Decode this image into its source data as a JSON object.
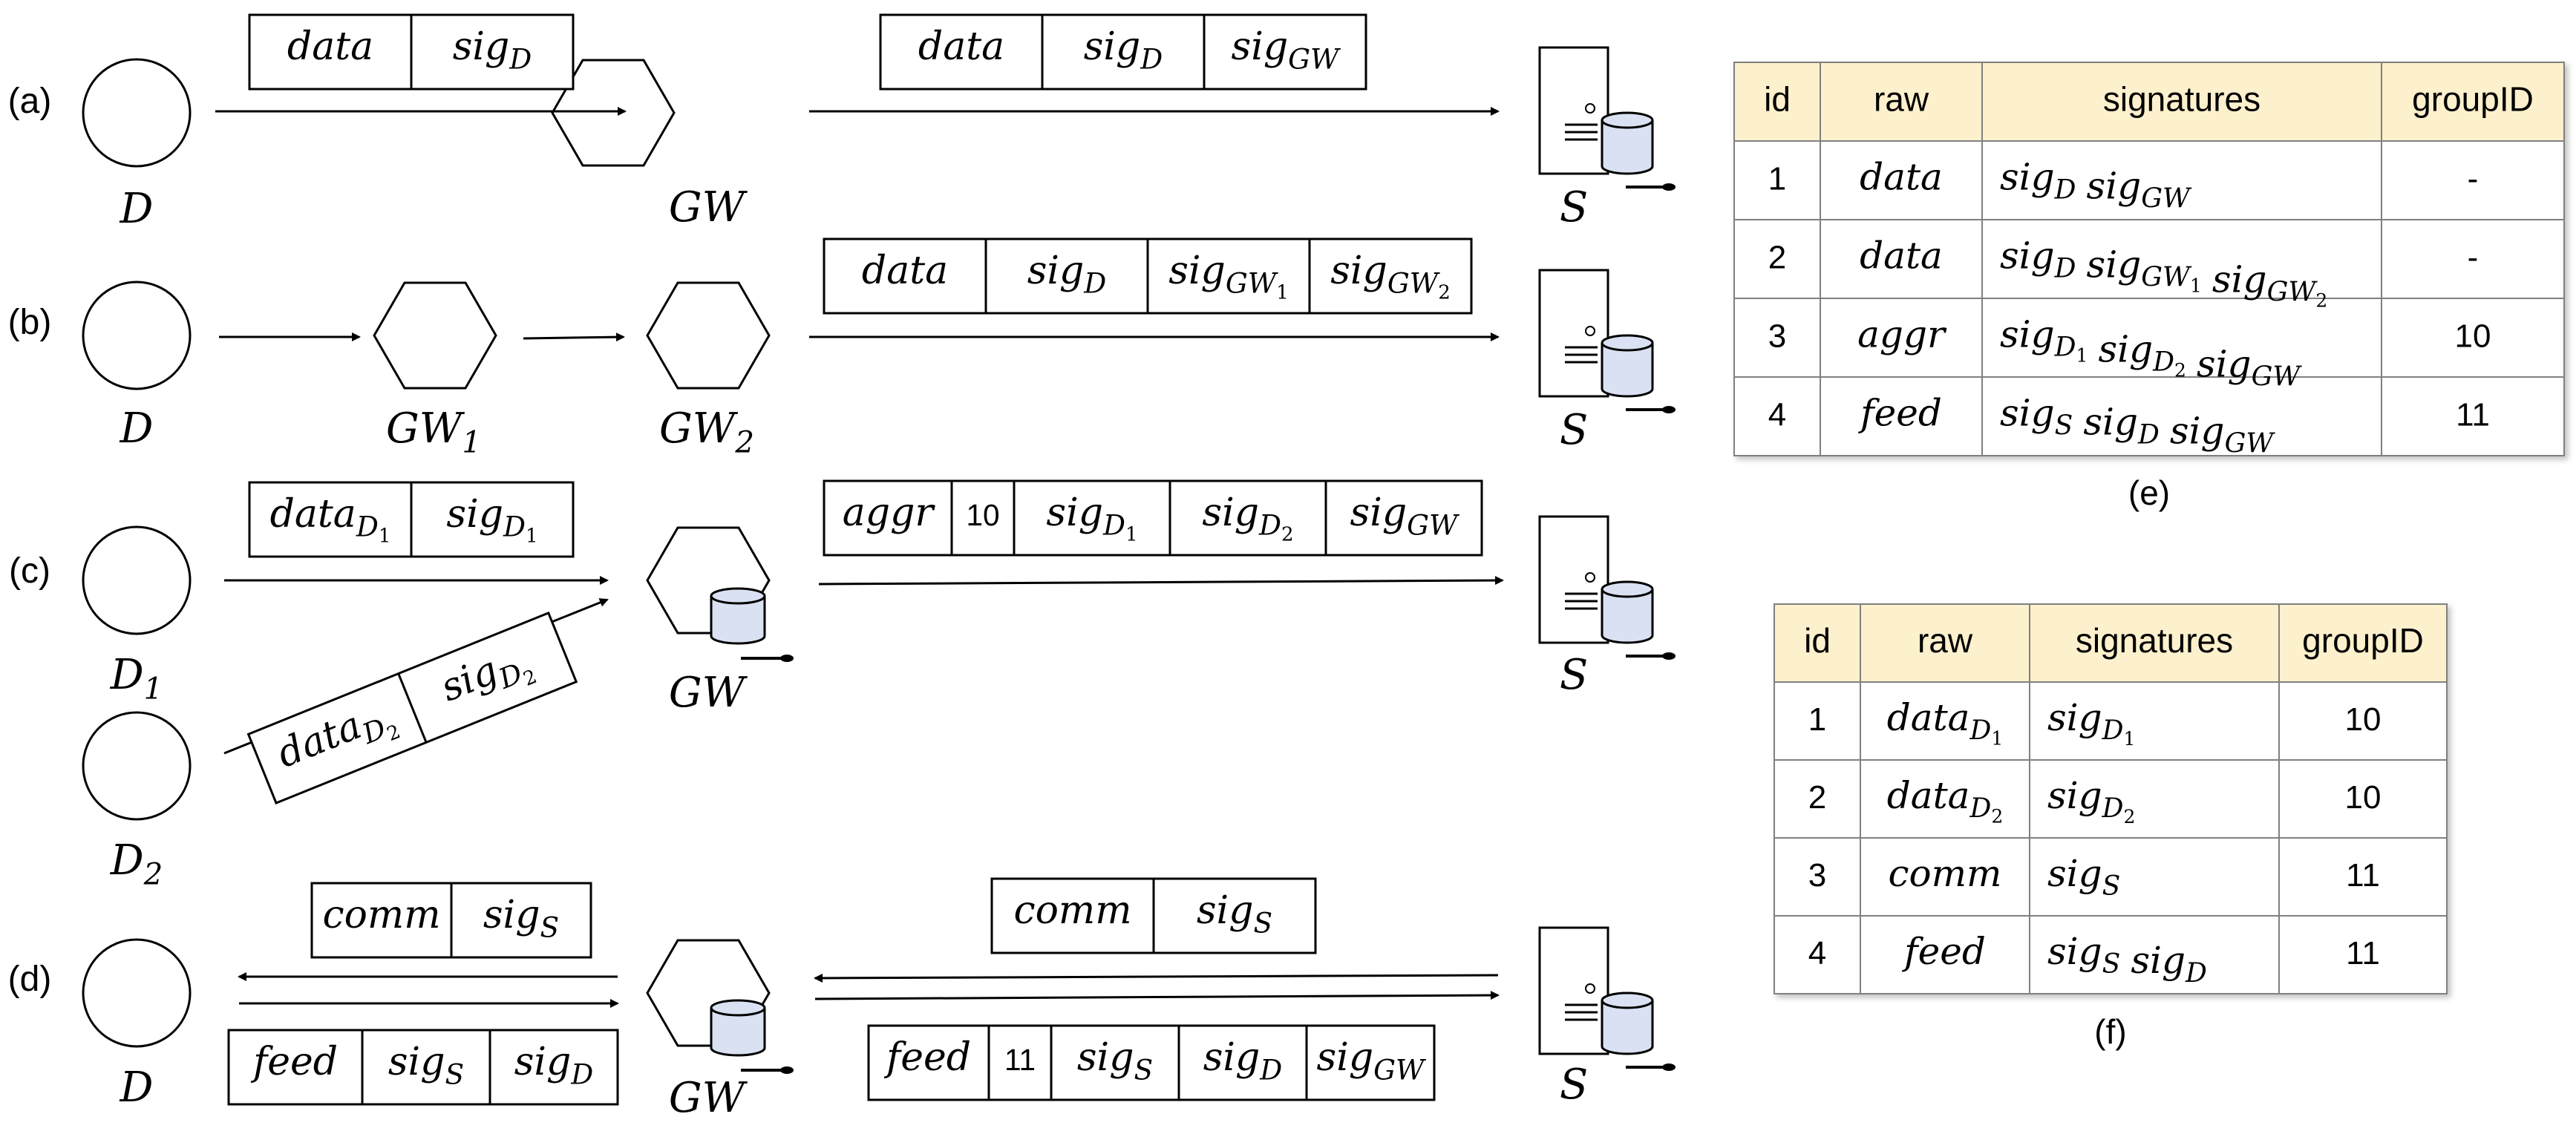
{
  "rows": [
    {
      "label": "(a)"
    },
    {
      "label": "(b)"
    },
    {
      "label": "(c)"
    },
    {
      "label": "(d)"
    }
  ],
  "nodes": {
    "D": {
      "base": "D",
      "sub": ""
    },
    "GW": {
      "base": "GW",
      "sub": ""
    },
    "S": {
      "base": "S",
      "sub": ""
    },
    "GW1": {
      "base": "GW",
      "sub": "1"
    },
    "GW2": {
      "base": "GW",
      "sub": "2"
    },
    "D1": {
      "base": "D",
      "sub": "1"
    },
    "D2": {
      "base": "D",
      "sub": "2"
    }
  },
  "packets": {
    "a1": [
      {
        "t": "data",
        "s": ""
      },
      {
        "t": "sig",
        "s": "D"
      }
    ],
    "a2": [
      {
        "t": "data",
        "s": ""
      },
      {
        "t": "sig",
        "s": "D"
      },
      {
        "t": "sig",
        "s": "GW"
      }
    ],
    "b1": [
      {
        "t": "data",
        "s": ""
      },
      {
        "t": "sig",
        "s": "D"
      },
      {
        "t": "sig",
        "s": "GW",
        "ss": "1"
      },
      {
        "t": "sig",
        "s": "GW",
        "ss": "2"
      }
    ],
    "c1": [
      {
        "t": "data",
        "s": "D",
        "ss": "1"
      },
      {
        "t": "sig",
        "s": "D",
        "ss": "1"
      }
    ],
    "c2": [
      {
        "t": "data",
        "s": "D",
        "ss": "2"
      },
      {
        "t": "sig",
        "s": "D",
        "ss": "2"
      }
    ],
    "c3": [
      {
        "t": "aggr",
        "s": ""
      },
      {
        "n": "10"
      },
      {
        "t": "sig",
        "s": "D",
        "ss": "1"
      },
      {
        "t": "sig",
        "s": "D",
        "ss": "2"
      },
      {
        "t": "sig",
        "s": "GW"
      }
    ],
    "d1": [
      {
        "t": "comm",
        "s": ""
      },
      {
        "t": "sig",
        "s": "S"
      }
    ],
    "d2": [
      {
        "t": "feed",
        "s": ""
      },
      {
        "t": "sig",
        "s": "S"
      },
      {
        "t": "sig",
        "s": "D"
      }
    ],
    "d3": [
      {
        "t": "comm",
        "s": ""
      },
      {
        "t": "sig",
        "s": "S"
      }
    ],
    "d4": [
      {
        "t": "feed",
        "s": ""
      },
      {
        "n": "11"
      },
      {
        "t": "sig",
        "s": "S"
      },
      {
        "t": "sig",
        "s": "D"
      },
      {
        "t": "sig",
        "s": "GW"
      }
    ]
  },
  "tables": [
    {
      "caption": "(e)",
      "headers": [
        "id",
        "raw",
        "signatures",
        "groupID"
      ],
      "header_bg": "#fdf0cc",
      "rows": [
        {
          "id": "1",
          "raw": {
            "t": "data",
            "s": ""
          },
          "sigs": [
            {
              "t": "sig",
              "s": "D"
            },
            {
              "t": "sig",
              "s": "GW"
            }
          ],
          "group": "-"
        },
        {
          "id": "2",
          "raw": {
            "t": "data",
            "s": ""
          },
          "sigs": [
            {
              "t": "sig",
              "s": "D"
            },
            {
              "t": "sig",
              "s": "GW",
              "ss": "1"
            },
            {
              "t": "sig",
              "s": "GW",
              "ss": "2"
            }
          ],
          "group": "-"
        },
        {
          "id": "3",
          "raw": {
            "t": "aggr",
            "s": ""
          },
          "sigs": [
            {
              "t": "sig",
              "s": "D",
              "ss": "1"
            },
            {
              "t": "sig",
              "s": "D",
              "ss": "2"
            },
            {
              "t": "sig",
              "s": "GW"
            }
          ],
          "group": "10"
        },
        {
          "id": "4",
          "raw": {
            "t": "feed",
            "s": ""
          },
          "sigs": [
            {
              "t": "sig",
              "s": "S"
            },
            {
              "t": "sig",
              "s": "D"
            },
            {
              "t": "sig",
              "s": "GW"
            }
          ],
          "group": "11"
        }
      ]
    },
    {
      "caption": "(f)",
      "headers": [
        "id",
        "raw",
        "signatures",
        "groupID"
      ],
      "header_bg": "#fdf0cc",
      "rows": [
        {
          "id": "1",
          "raw": {
            "t": "data",
            "s": "D",
            "ss": "1"
          },
          "sigs": [
            {
              "t": "sig",
              "s": "D",
              "ss": "1"
            }
          ],
          "group": "10"
        },
        {
          "id": "2",
          "raw": {
            "t": "data",
            "s": "D",
            "ss": "2"
          },
          "sigs": [
            {
              "t": "sig",
              "s": "D",
              "ss": "2"
            }
          ],
          "group": "10"
        },
        {
          "id": "3",
          "raw": {
            "t": "comm",
            "s": ""
          },
          "sigs": [
            {
              "t": "sig",
              "s": "S"
            }
          ],
          "group": "11"
        },
        {
          "id": "4",
          "raw": {
            "t": "feed",
            "s": ""
          },
          "sigs": [
            {
              "t": "sig",
              "s": "S"
            },
            {
              "t": "sig",
              "s": "D"
            }
          ],
          "group": "11"
        }
      ]
    }
  ],
  "colors": {
    "stroke": "#000000",
    "database_fill": "#d9e1f2",
    "header_fill": "#fdf0cc",
    "table_border": "#808080"
  }
}
